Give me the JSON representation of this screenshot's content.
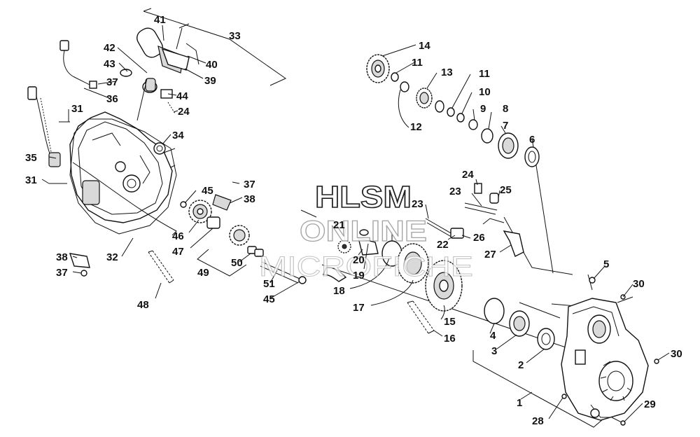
{
  "watermark": {
    "line1": "HLSM",
    "line2": "ONLINE",
    "line3": "MICROFICHE"
  },
  "callouts": [
    {
      "id": "c41",
      "text": "41"
    },
    {
      "id": "c33",
      "text": "33"
    },
    {
      "id": "c42",
      "text": "42"
    },
    {
      "id": "c43",
      "text": "43"
    },
    {
      "id": "c37a",
      "text": "37"
    },
    {
      "id": "c36",
      "text": "36"
    },
    {
      "id": "c40",
      "text": "40"
    },
    {
      "id": "c39",
      "text": "39"
    },
    {
      "id": "c44",
      "text": "44"
    },
    {
      "id": "c24a",
      "text": "24"
    },
    {
      "id": "c31a",
      "text": "31"
    },
    {
      "id": "c34",
      "text": "34"
    },
    {
      "id": "c35",
      "text": "35"
    },
    {
      "id": "c31b",
      "text": "31"
    },
    {
      "id": "c37b",
      "text": "37"
    },
    {
      "id": "c45a",
      "text": "45"
    },
    {
      "id": "c38a",
      "text": "38"
    },
    {
      "id": "c46",
      "text": "46"
    },
    {
      "id": "c47",
      "text": "47"
    },
    {
      "id": "c32",
      "text": "32"
    },
    {
      "id": "c38b",
      "text": "38"
    },
    {
      "id": "c37c",
      "text": "37"
    },
    {
      "id": "c50",
      "text": "50"
    },
    {
      "id": "c49",
      "text": "49"
    },
    {
      "id": "c51",
      "text": "51"
    },
    {
      "id": "c45b",
      "text": "45"
    },
    {
      "id": "c48",
      "text": "48"
    },
    {
      "id": "c14",
      "text": "14"
    },
    {
      "id": "c11a",
      "text": "11"
    },
    {
      "id": "c13",
      "text": "13"
    },
    {
      "id": "c11b",
      "text": "11"
    },
    {
      "id": "c10",
      "text": "10"
    },
    {
      "id": "c9",
      "text": "9"
    },
    {
      "id": "c8",
      "text": "8"
    },
    {
      "id": "c12",
      "text": "12"
    },
    {
      "id": "c7",
      "text": "7"
    },
    {
      "id": "c6",
      "text": "6"
    },
    {
      "id": "c24b",
      "text": "24"
    },
    {
      "id": "c23a",
      "text": "23"
    },
    {
      "id": "c25",
      "text": "25"
    },
    {
      "id": "c23b",
      "text": "23"
    },
    {
      "id": "c21",
      "text": "21"
    },
    {
      "id": "c26",
      "text": "26"
    },
    {
      "id": "c22",
      "text": "22"
    },
    {
      "id": "c27",
      "text": "27"
    },
    {
      "id": "c20",
      "text": "20"
    },
    {
      "id": "c19",
      "text": "19"
    },
    {
      "id": "c18",
      "text": "18"
    },
    {
      "id": "c17",
      "text": "17"
    },
    {
      "id": "c5",
      "text": "5"
    },
    {
      "id": "c30a",
      "text": "30"
    },
    {
      "id": "c15",
      "text": "15"
    },
    {
      "id": "c4",
      "text": "4"
    },
    {
      "id": "c16",
      "text": "16"
    },
    {
      "id": "c3",
      "text": "3"
    },
    {
      "id": "c2",
      "text": "2"
    },
    {
      "id": "c30b",
      "text": "30"
    },
    {
      "id": "c1",
      "text": "1"
    },
    {
      "id": "c29",
      "text": "29"
    },
    {
      "id": "c28",
      "text": "28"
    }
  ]
}
